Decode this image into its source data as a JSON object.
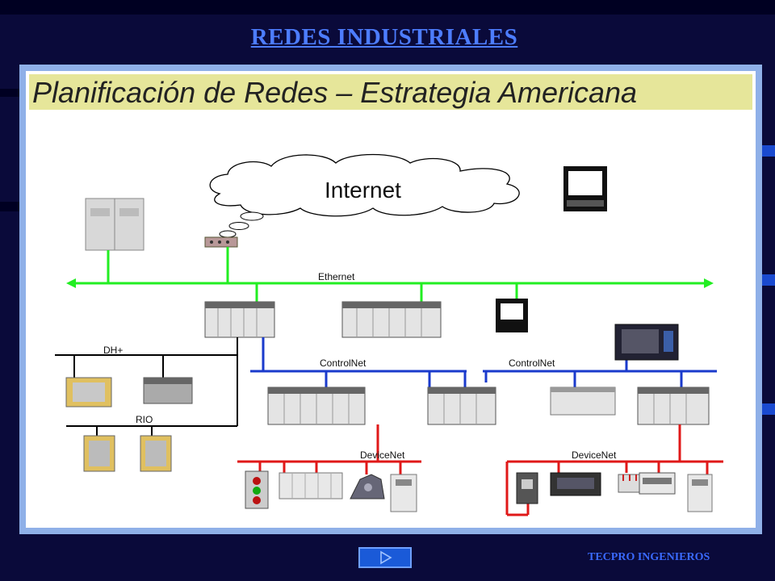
{
  "slide": {
    "title": "REDES INDUSTRIALES",
    "footer": "TECPRO INGENIEROS"
  },
  "diagram": {
    "banner": "Planificación de Redes – Estrategia Americana",
    "labels": {
      "internet": "Internet",
      "ethernet": "Ethernet",
      "dhplus": "DH+",
      "rio": "RIO",
      "controlnet_left": "ControlNet",
      "controlnet_right": "ControlNet",
      "devicenet_left": "DeviceNet",
      "devicenet_right": "DeviceNet"
    }
  },
  "colors": {
    "ethernet": "#22ee22",
    "controlnet": "#1a3acc",
    "devicenet": "#e01818",
    "legacy": "#000000",
    "banner": "#e6e69a"
  }
}
